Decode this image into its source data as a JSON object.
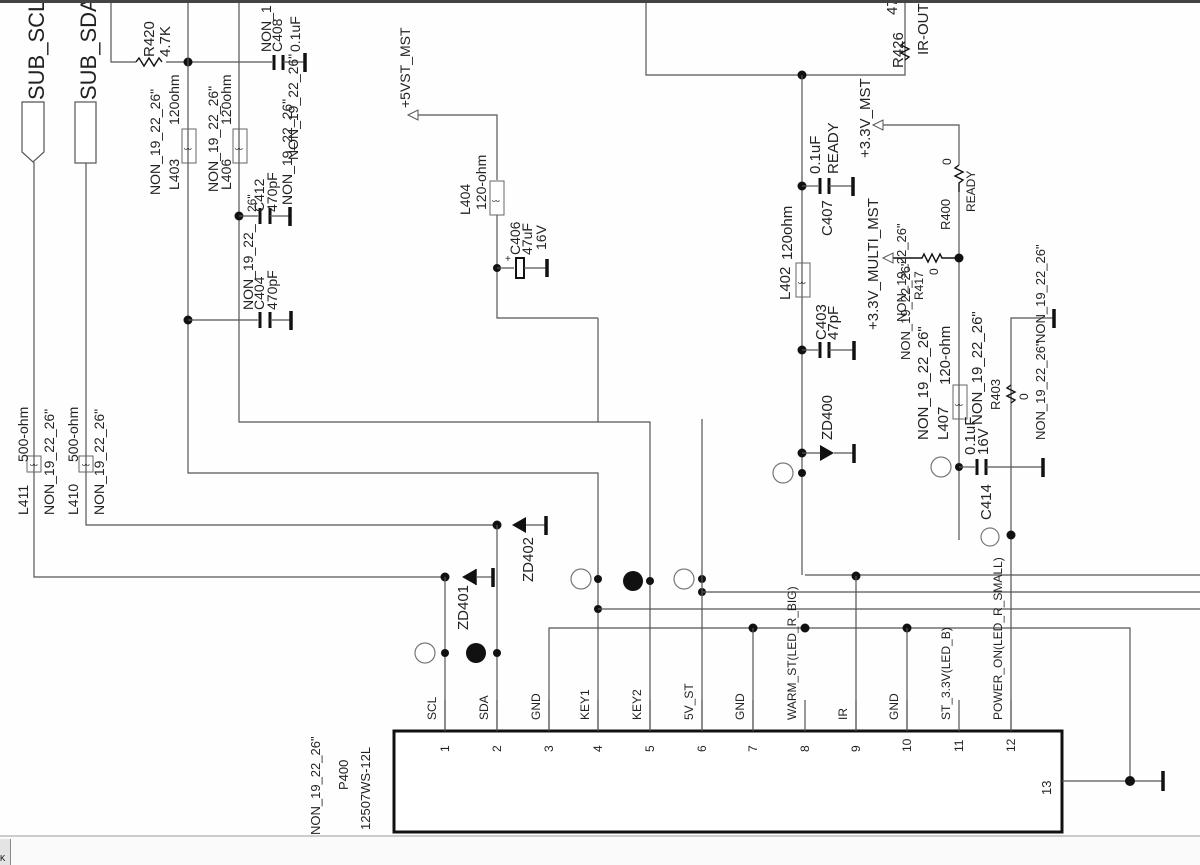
{
  "nets": {
    "sub_scl": "SUB_SCL",
    "sub_sda": "SUB_SDA",
    "vst5": "+5VST_MST",
    "v33_mst": "+3.3V_MST",
    "v33_multi": "+3.3V_MULTI_MST",
    "ir_out": "IR-OUT"
  },
  "components": {
    "R420": {
      "ref": "R420",
      "value": "4.7K"
    },
    "C408": {
      "ref": "C408",
      "value": "0.1uF",
      "note": "NON_1"
    },
    "L403": {
      "ref": "L403",
      "value": "120ohm",
      "note": "NON_19_22_26\""
    },
    "L406": {
      "ref": "L406",
      "value": "120ohm",
      "note": "NON_19_22_26\""
    },
    "C412": {
      "ref": "C412",
      "value": "470pF",
      "note": "NON_19_22_26\""
    },
    "C412_note2": "26\"",
    "C404": {
      "ref": "C404",
      "value": "470pF",
      "note": "NON_19_22_"
    },
    "L404": {
      "ref": "L404",
      "value": "120-ohm"
    },
    "C406": {
      "ref": "C406",
      "value": "47uF",
      "rating": "16V",
      "polarity": "+"
    },
    "L411": {
      "ref": "L411",
      "value": "500-ohm",
      "note": "NON_19_22_26\""
    },
    "L410": {
      "ref": "L410",
      "value": "500-ohm",
      "note": "NON_19_22_26\""
    },
    "ZD401": {
      "ref": "ZD401"
    },
    "ZD402": {
      "ref": "ZD402"
    },
    "R426": {
      "ref": "R426",
      "value": "47"
    },
    "C407": {
      "ref": "C407",
      "value": "0.1uF",
      "note": "READY"
    },
    "R400": {
      "ref": "R400",
      "value": "0",
      "note": "READY"
    },
    "R417": {
      "ref": "R417",
      "value": "0",
      "note": "NON_19_22_26\""
    },
    "L402": {
      "ref": "L402",
      "value": "120ohm"
    },
    "C403": {
      "ref": "C403",
      "value": "47pF"
    },
    "ZD400": {
      "ref": "ZD400"
    },
    "L407": {
      "ref": "L407",
      "value": "120-ohm",
      "note": "NON_19_22_26\""
    },
    "C414": {
      "ref": "C414",
      "value": "0.1uF",
      "rating": "16V"
    },
    "R403": {
      "ref": "R403",
      "value": "0",
      "note": "NON_19_22_26\""
    },
    "R403_note2": "NON_19_22_26\"",
    "L407_note2": "NON_19_22_26\"",
    "R403_gnd_note": "NON_19_22_26\""
  },
  "connector": {
    "ref": "P400",
    "part": "12507WS-12L",
    "note": "NON_19_22_26\"",
    "pins": [
      {
        "num": "1",
        "name": "SCL"
      },
      {
        "num": "2",
        "name": "SDA"
      },
      {
        "num": "3",
        "name": "GND"
      },
      {
        "num": "4",
        "name": "KEY1"
      },
      {
        "num": "5",
        "name": "KEY2"
      },
      {
        "num": "6",
        "name": "5V_ST"
      },
      {
        "num": "7",
        "name": "GND"
      },
      {
        "num": "8",
        "name": "WARM_ST(LED_R_BIG)"
      },
      {
        "num": "9",
        "name": "IR"
      },
      {
        "num": "10",
        "name": "GND"
      },
      {
        "num": "11",
        "name": "ST_3.3V(LED_B)"
      },
      {
        "num": "12",
        "name": "POWER_ON(LED_R_SMALL)"
      },
      {
        "num": "13",
        "name": ""
      }
    ],
    "pin13": "13"
  },
  "statusbar": {
    "tab_label": "K"
  }
}
